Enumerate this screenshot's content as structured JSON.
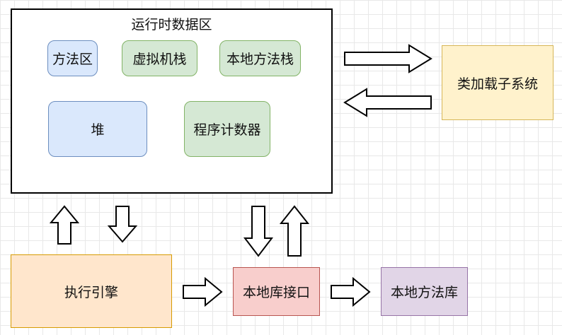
{
  "runtime_area": {
    "title": "运行时数据区",
    "method_area": "方法区",
    "vm_stack": "虚拟机栈",
    "native_method_stack": "本地方法栈",
    "heap": "堆",
    "program_counter": "程序计数器"
  },
  "class_loader": "类加载子系统",
  "execution_engine": "执行引擎",
  "native_interface": "本地库接口",
  "native_library": "本地方法库",
  "colors": {
    "blue_fill": "#dae8fc",
    "green_fill": "#d5e8d4",
    "yellow_fill": "#fff2cc",
    "orange_fill": "#ffe6cc",
    "red_fill": "#f8cecc",
    "purple_fill": "#e1d5e7"
  }
}
